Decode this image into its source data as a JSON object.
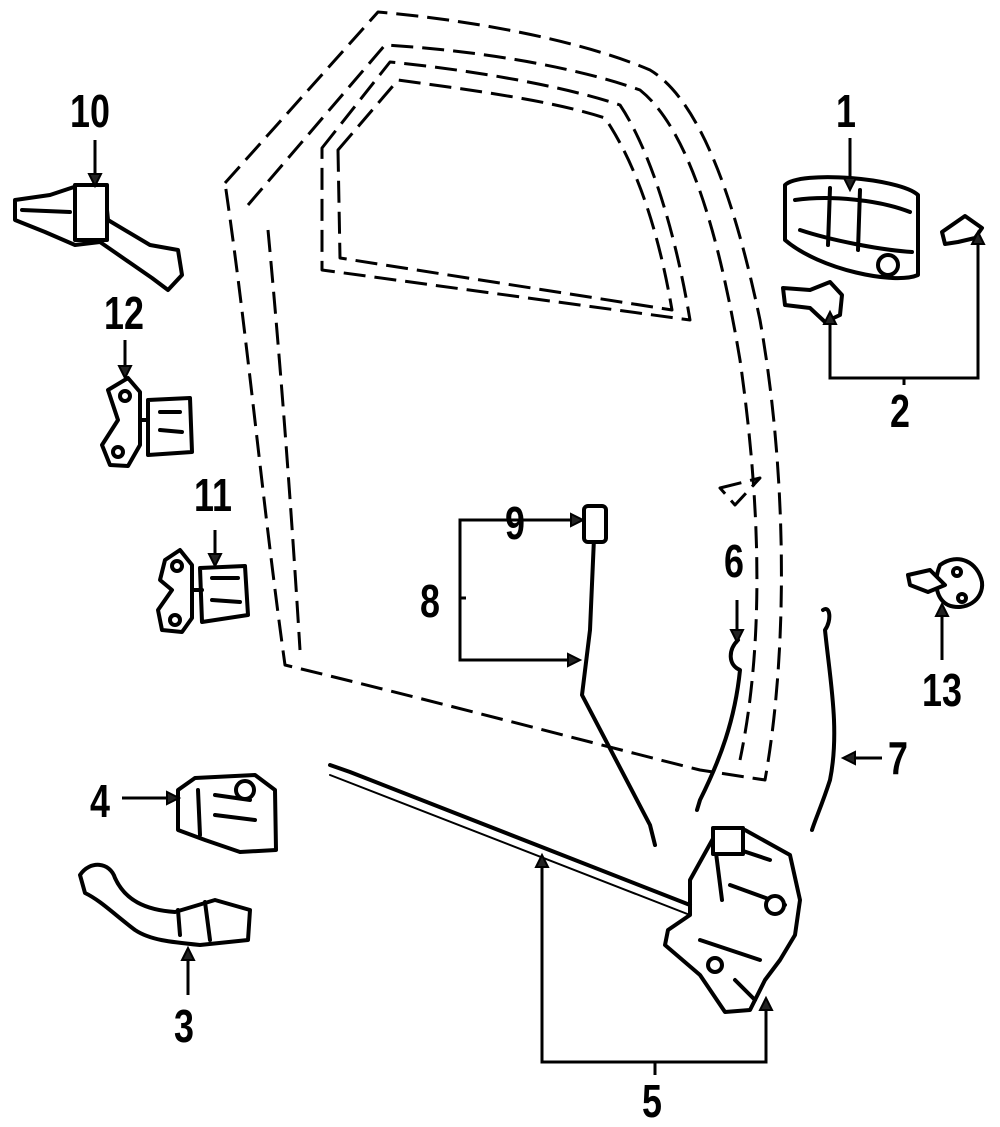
{
  "callouts": {
    "c1": "1",
    "c2": "2",
    "c3": "3",
    "c4": "4",
    "c5": "5",
    "c6": "6",
    "c7": "7",
    "c8": "8",
    "c9": "9",
    "c10": "10",
    "c11": "11",
    "c12": "12",
    "c13": "13"
  },
  "parts": [
    {
      "id": "1",
      "icon": "outside-door-handle-icon"
    },
    {
      "id": "2",
      "icon": "lock-cylinder-and-key-icon"
    },
    {
      "id": "3",
      "icon": "inside-door-handle-icon"
    },
    {
      "id": "4",
      "icon": "striker-lock-icon"
    },
    {
      "id": "5",
      "icon": "door-latch-assembly-icon"
    },
    {
      "id": "6",
      "icon": "lock-rod-icon"
    },
    {
      "id": "7",
      "icon": "handle-rod-icon"
    },
    {
      "id": "8",
      "icon": "lock-control-rod-icon"
    },
    {
      "id": "9",
      "icon": "lock-knob-icon"
    },
    {
      "id": "10",
      "icon": "door-check-icon"
    },
    {
      "id": "11",
      "icon": "lower-hinge-icon"
    },
    {
      "id": "12",
      "icon": "upper-hinge-icon"
    },
    {
      "id": "13",
      "icon": "striker-icon"
    }
  ]
}
